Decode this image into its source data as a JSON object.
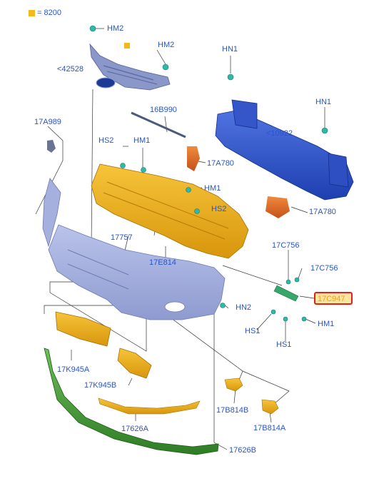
{
  "legend": {
    "swatch_color": "#f3b81a",
    "text": "= 8200"
  },
  "colors": {
    "label": "#2a55c7",
    "highlight_border": "#e0201c",
    "highlight_fill": "#ffe3a0",
    "highlight_text": "#e7a31a"
  },
  "labels": {
    "hm2_top": "HM2",
    "hm2_right": "HM2",
    "emblem": "<42528",
    "hn1_left": "HN1",
    "hn1_right": "HN1",
    "a989": "17A989",
    "b990": "16B990",
    "beam": "<10922",
    "hs2_left": "HS2",
    "hm1_left": "HM1",
    "a780_top": "17A780",
    "hm1_mid": "HM1",
    "hs2_mid": "HS2",
    "a780_bottom": "17A780",
    "c756_top": "17C756",
    "c756_right": "17C756",
    "c947": "17C947",
    "e814": "17E814",
    "b757": "17757",
    "hn2": "HN2",
    "hs1_left": "HS1",
    "hm1_right": "HM1",
    "hs1_bottom": "HS1",
    "k945a": "17K945A",
    "k945b": "17K945B",
    "b814b": "17B814B",
    "b814a": "17B814A",
    "a626": "17626A",
    "b626": "17626B"
  }
}
